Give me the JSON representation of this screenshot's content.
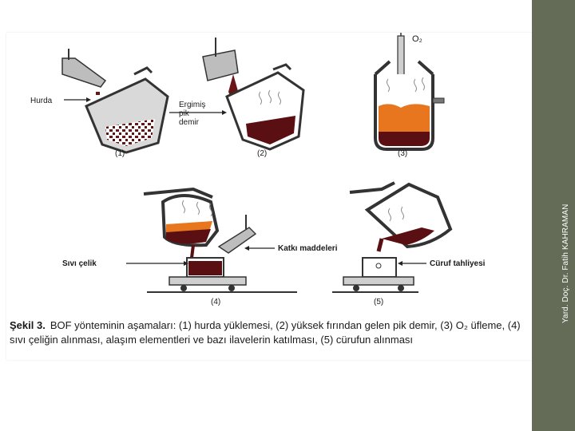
{
  "sidebar": {
    "credit": "Yard. Doç. Dr. Fatih KAHRAMAN"
  },
  "figure": {
    "labels": {
      "hurda": "Hurda",
      "ergimis_pik_demir": [
        "Ergimiş",
        "pik",
        "demir"
      ],
      "o2": "O₂",
      "katki_maddeleri": "Katkı maddeleri",
      "sivi_celik": "Sıvı çelik",
      "curuf_tahliyesi": "Cüruf tahliyesi"
    },
    "step_numbers": [
      "(1)",
      "(2)",
      "(3)",
      "(4)",
      "(5)"
    ]
  },
  "caption": {
    "lead": "Şekil 3.",
    "text": "BOF yönteminin aşamaları: (1) hurda yüklemesi, (2) yüksek fırından gelen pik demir, (3) O₂ üfleme, (4) sıvı çeliğin alınması, alaşım elementleri ve bazı ilavelerin katılması, (5) cürufun alınması"
  },
  "colors": {
    "steel": "#5a0f12",
    "molten": "#e8761e",
    "furnace_wall": "#3a3a3a",
    "sidebar": "#646c58"
  }
}
